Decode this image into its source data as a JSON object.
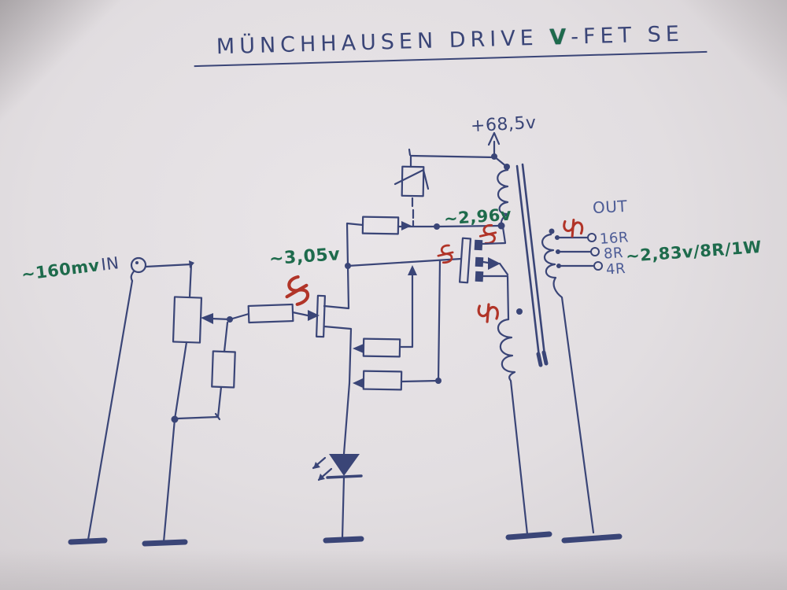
{
  "title": {
    "part1": "MÜNCHHAUSEN DRIVE ",
    "part2": "V",
    "part3": "-FET SE"
  },
  "labels": {
    "supply_voltage": "+68,5v",
    "drain_signal": "~2,96v",
    "gate_signal": "~3,05v",
    "input_level": "~160mv",
    "input_name": "IN",
    "output_name": "OUT",
    "tap_16": "16R",
    "tap_8": "8R",
    "tap_4": "4R",
    "output_spec": "~2,83v/8R/1W"
  },
  "colors": {
    "ink": "#3a4577",
    "inkLight": "#4d5c96",
    "green": "#1e6b4c",
    "red": "#b13428",
    "paper": "#e4e0e3"
  },
  "schematic": {
    "style": "hand-drawn pen on paper",
    "elements": [
      "input-rca-jack",
      "volume-potentiometer",
      "lower-divider-resistor",
      "grid-stopper-resistor",
      "driver-jfet",
      "drain-load-resistor",
      "bias-trimmer",
      "gate-bias-resistor-1",
      "gate-bias-resistor-2",
      "source-bias-led",
      "v-fet-sit-transistor",
      "output-transformer-core",
      "primary-winding",
      "feedback-winding",
      "secondary-winding-with-taps",
      "speaker-tap-terminals",
      "ground-symbols",
      "ac-signal-markers"
    ]
  }
}
